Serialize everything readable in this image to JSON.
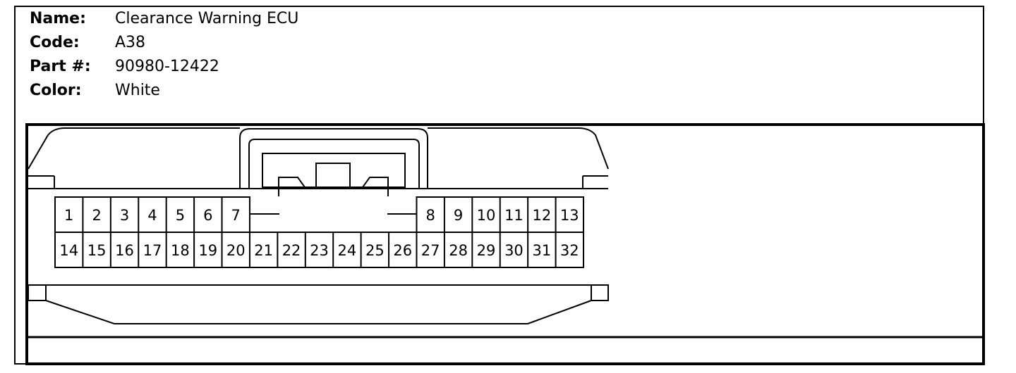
{
  "connector": {
    "name_label": "Name:",
    "name_value": "Clearance Warning ECU",
    "code_label": "Code:",
    "code_value": "A38",
    "part_label": "Part #:",
    "part_value": "90980-12422",
    "color_label": "Color:",
    "color_value": "White"
  },
  "pins": {
    "top_row": [
      "1",
      "2",
      "3",
      "4",
      "5",
      "6",
      "7",
      "8",
      "9",
      "10",
      "11",
      "12",
      "13"
    ],
    "bottom_row": [
      "14",
      "15",
      "16",
      "17",
      "18",
      "19",
      "20",
      "21",
      "22",
      "23",
      "24",
      "25",
      "26",
      "27",
      "28",
      "29",
      "30",
      "31",
      "32"
    ]
  }
}
